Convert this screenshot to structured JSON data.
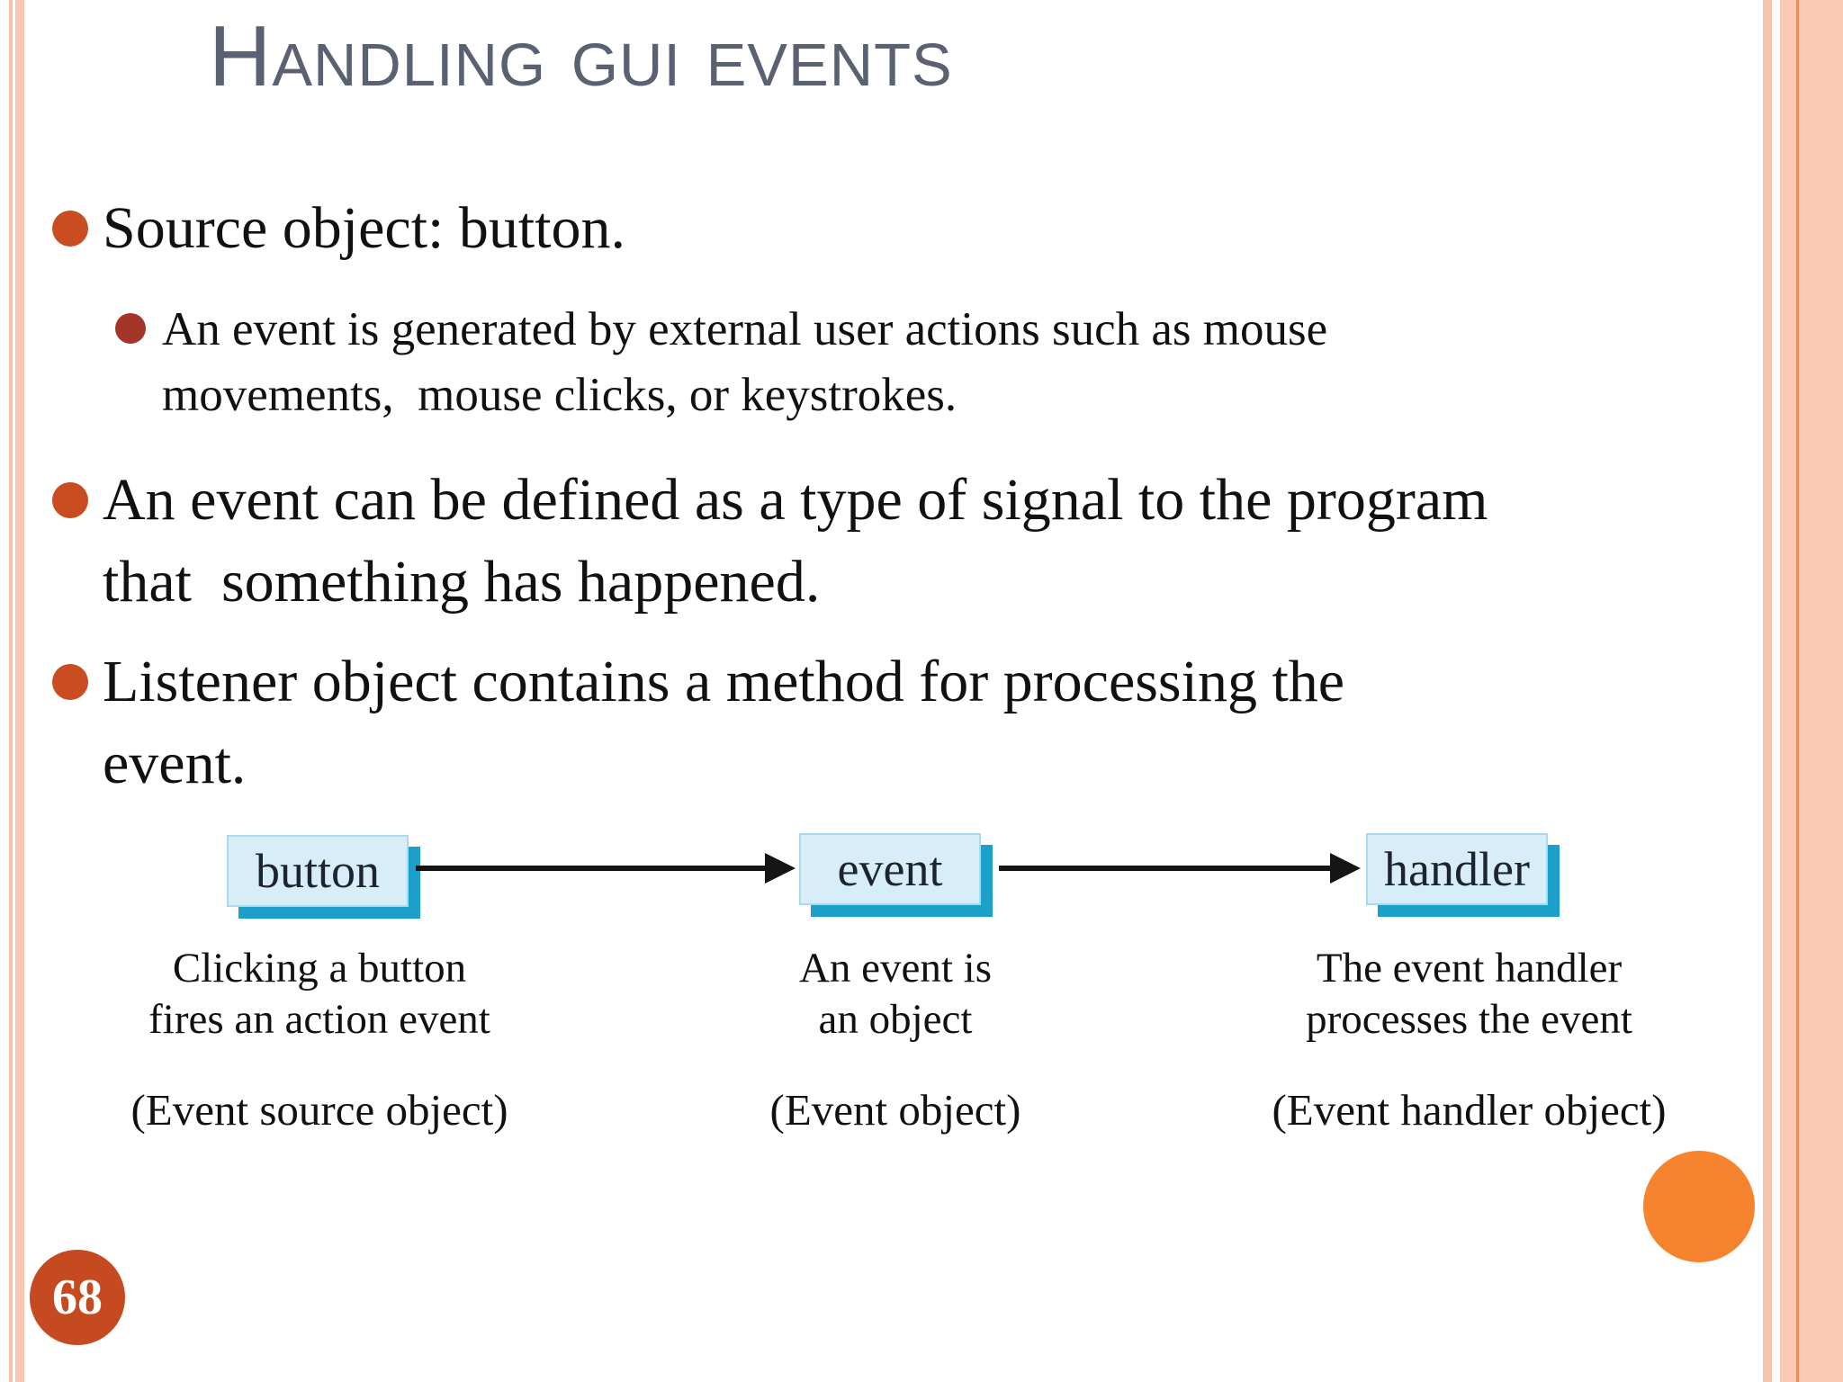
{
  "slide": {
    "title": "Handling GUI Events",
    "page_number": "68",
    "bullets": [
      {
        "level": 1,
        "text": "Source object: button."
      },
      {
        "level": 2,
        "text": "An event is generated by external user actions such as mouse\nmovements,  mouse clicks, or keystrokes."
      },
      {
        "level": 1,
        "text": "An event can be defined as a type of signal to the program\nthat  something has happened."
      },
      {
        "level": 1,
        "text": "Listener object contains a method for processing the\nevent."
      }
    ],
    "diagram": {
      "boxes": [
        {
          "label": "button",
          "caption": "Clicking a button\nfires an action event",
          "role": "(Event source object)"
        },
        {
          "label": "event",
          "caption": "An event is\nan object",
          "role": "(Event object)"
        },
        {
          "label": "handler",
          "caption": "The event handler\nprocesses the event",
          "role": "(Event handler object)"
        }
      ]
    },
    "colors": {
      "title_text": "#5a6172",
      "body_text": "#111111",
      "main_bullet": "#c94d20",
      "sub_bullet": "#a53528",
      "box_fill": "#d7edf8",
      "box_shadow": "#1c9fc8",
      "border_stripe": "#f8c8b2",
      "border_accent_line": "#ee8c5f",
      "page_circle": "#c54a20",
      "corner_circle": "#f6842e"
    }
  }
}
